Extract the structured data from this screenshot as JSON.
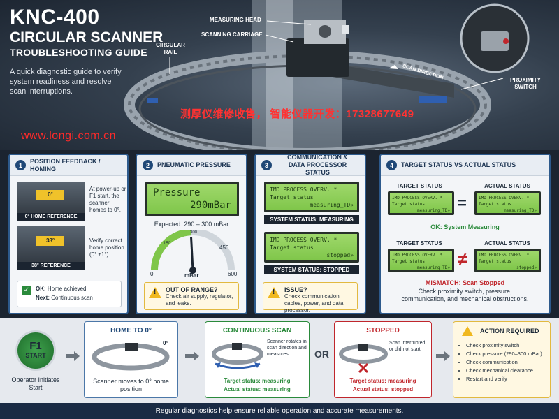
{
  "hero": {
    "title_line1": "KNC-400",
    "title_line2": "CIRCULAR SCANNER",
    "title_line3": "TROUBLESHOOTING GUIDE",
    "intro": "A quick diagnostic guide to verify system readiness and resolve scan interruptions.",
    "callouts": {
      "measuring_head": "MEASURING HEAD",
      "scanning_carriage": "SCANNING CARRIAGE",
      "circular_rail": "CIRCULAR RAIL",
      "scan_direction": "SCAN DIRECTION",
      "proximity_switch": "PROXIMITY SWITCH"
    },
    "watermark_cn": "测厚仪维修收售， 智能仪器开发：17328677649",
    "watermark_url": "www.longi.com.cn"
  },
  "panel1": {
    "number": "1",
    "title": "POSITION FEEDBACK / HOMING",
    "img1_tag": "0°",
    "img1_caption": "0° HOME REFERENCE",
    "img2_tag": "38°",
    "img2_caption": "38° REFERENCE",
    "text1": "At power-up or F1 start, the scanner homes to 0°.",
    "text2": "Verify correct home position (0° ±1°).",
    "ok_label": "OK:",
    "ok_text": "Home achieved",
    "next_label": "Next:",
    "next_text": "Continuous scan"
  },
  "panel2": {
    "number": "2",
    "title": "PNEUMATIC PRESSURE",
    "lcd_line1": "Pressure",
    "lcd_line2": "290mBar",
    "expected": "Expected: 290 – 300 mBar",
    "gauge": {
      "min_label": "0",
      "mid_label": "150",
      "mark300": "300",
      "mark450": "450",
      "max_label": "600",
      "unit": "mBar",
      "value": 290,
      "max": 600
    },
    "warn_title": "OUT OF RANGE?",
    "warn_text": "Check air supply, regulator, and leaks."
  },
  "panel3": {
    "number": "3",
    "title_line1": "COMMUNICATION &",
    "title_line2": "DATA PROCESSOR STATUS",
    "lcd1_line1": "IMD PROCESS OVERV.  *",
    "lcd1_line2": "Target status",
    "lcd1_line3": "measuring_TD»",
    "status1": "SYSTEM STATUS: MEASURING",
    "lcd2_line1": "IMD PROCESS OVERV.  *",
    "lcd2_line2": "Target status",
    "lcd2_line3": "stopped»",
    "status2": "SYSTEM STATUS: STOPPED",
    "warn_title": "ISSUE?",
    "warn_text": "Check communication cables, power, and data processor."
  },
  "panel4": {
    "number": "4",
    "title": "TARGET STATUS vs ACTUAL STATUS",
    "target_label": "TARGET STATUS",
    "actual_label": "ACTUAL STATUS",
    "lcd_line1": "IMD PROCESS OVERV.  *",
    "lcd_line2": "Target status",
    "measuring": "measuring_TD»",
    "stopped": "stopped»",
    "equals": "=",
    "not_equals": "≠",
    "ok_text": "OK: System Measuring",
    "mismatch_title": "MISMATCH: Scan Stopped",
    "mismatch_text": "Check proximity switch, pressure, communication, and mechanical obstructions."
  },
  "flow": {
    "f1_key": "F1",
    "start_key": "START",
    "operator": "Operator Initiates Start",
    "home_title": "HOME TO 0°",
    "home_deg": "0°",
    "home_text": "Scanner moves to 0° home position",
    "scan_title": "CONTINUOUS SCAN",
    "scan_text": "Scanner rotates in scan direction and measures",
    "scan_target": "Target status: measuring",
    "scan_actual": "Actual status: measuring",
    "or": "OR",
    "stopped_title": "STOPPED",
    "stopped_text": "Scan interrupted or did not start",
    "stopped_target": "Target status: measuring",
    "stopped_actual": "Actual status: stopped",
    "action_title": "ACTION REQUIRED",
    "actions": [
      "Check proximity switch",
      "Check pressure (290–300 mBar)",
      "Check communication",
      "Check mechanical clearance",
      "Restart and verify"
    ]
  },
  "footer": "Regular diagnostics help ensure reliable operation and accurate measurements.",
  "colors": {
    "accent": "#1f4877",
    "ok": "#2a8a3b",
    "error": "#c0262c",
    "warn": "#f0b81f",
    "lcd": "#8fd05a"
  }
}
